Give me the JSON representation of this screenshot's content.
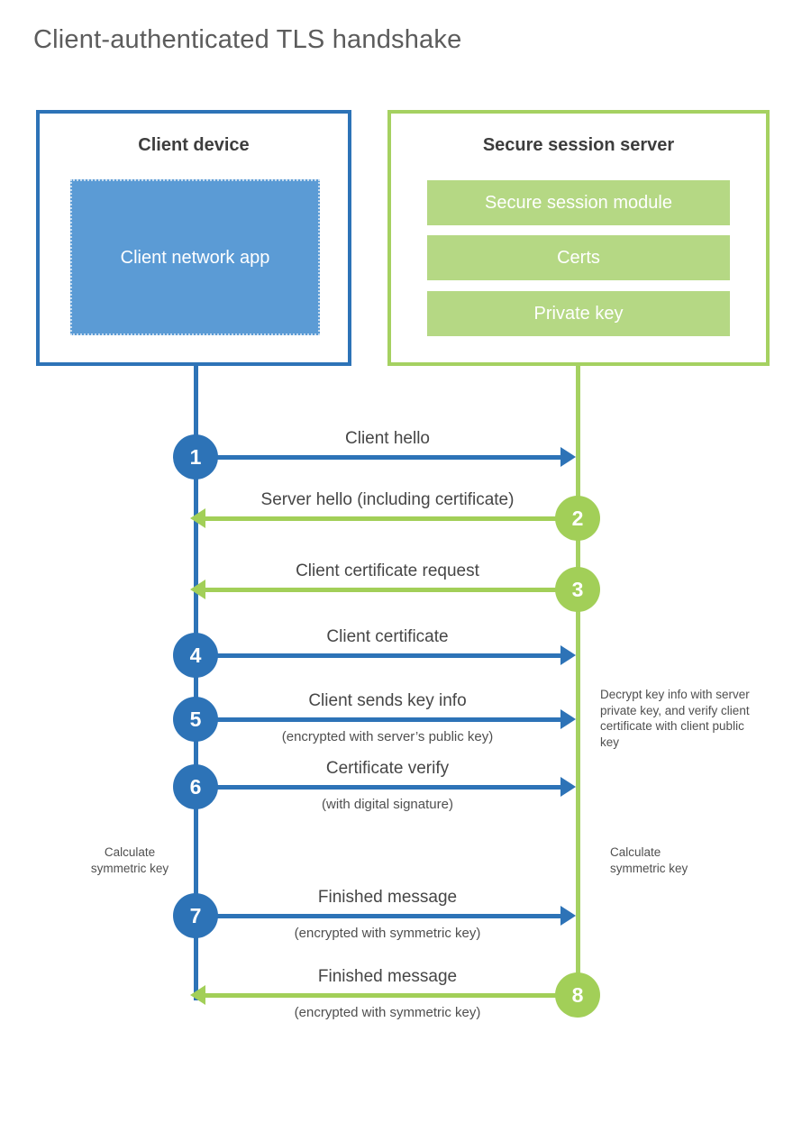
{
  "title": "Client-authenticated TLS handshake",
  "colors": {
    "client_accent": "#2d73b7",
    "client_fill": "#5b9bd5",
    "server_accent": "#a5d161",
    "server_fill": "#b5d884",
    "text_dark": "#3d3d3d",
    "text_label": "#464646"
  },
  "client_box": {
    "title": "Client device",
    "app_label": "Client network app"
  },
  "server_box": {
    "title": "Secure session server",
    "modules": [
      {
        "label": "Secure session module"
      },
      {
        "label": "Certs"
      },
      {
        "label": "Private key"
      }
    ]
  },
  "messages": [
    {
      "num": "1",
      "label": "Client hello",
      "sub": "",
      "from": "client",
      "to": "server"
    },
    {
      "num": "2",
      "label": "Server hello (including certificate)",
      "sub": "",
      "from": "server",
      "to": "client"
    },
    {
      "num": "3",
      "label": "Client certificate request",
      "sub": "",
      "from": "server",
      "to": "client"
    },
    {
      "num": "4",
      "label": "Client certificate",
      "sub": "",
      "from": "client",
      "to": "server"
    },
    {
      "num": "5",
      "label": "Client sends key info",
      "sub": "(encrypted with server’s public key)",
      "from": "client",
      "to": "server"
    },
    {
      "num": "6",
      "label": "Certificate verify",
      "sub": "(with digital signature)",
      "from": "client",
      "to": "server"
    },
    {
      "num": "7",
      "label": "Finished message",
      "sub": "(encrypted with symmetric key)",
      "from": "client",
      "to": "server"
    },
    {
      "num": "8",
      "label": "Finished message",
      "sub": "(encrypted with symmetric key)",
      "from": "server",
      "to": "client"
    }
  ],
  "notes": {
    "decrypt_note": "Decrypt key info with server private key, and verify client certificate with client public key",
    "calculate_left": "Calculate symmetric key",
    "calculate_right": "Calculate symmetric key"
  }
}
